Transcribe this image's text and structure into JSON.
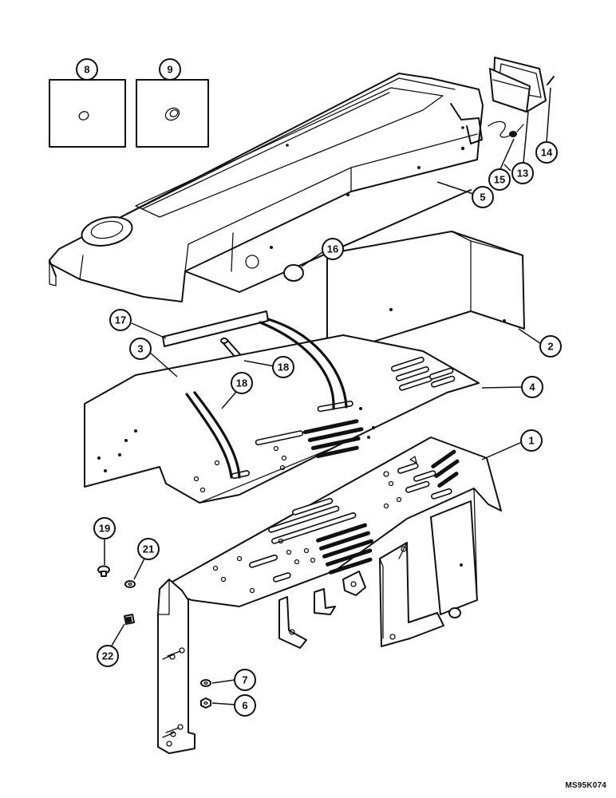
{
  "figure_id": "MS95K074",
  "callouts": [
    {
      "key": "c1",
      "label": "1"
    },
    {
      "key": "c2",
      "label": "2"
    },
    {
      "key": "c3",
      "label": "3"
    },
    {
      "key": "c4",
      "label": "4"
    },
    {
      "key": "c5",
      "label": "5"
    },
    {
      "key": "c6",
      "label": "6"
    },
    {
      "key": "c7",
      "label": "7"
    },
    {
      "key": "c8",
      "label": "8"
    },
    {
      "key": "c9",
      "label": "9"
    },
    {
      "key": "c13",
      "label": "13"
    },
    {
      "key": "c14",
      "label": "14"
    },
    {
      "key": "c15",
      "label": "15"
    },
    {
      "key": "c16",
      "label": "16"
    },
    {
      "key": "c17",
      "label": "17"
    },
    {
      "key": "c18a",
      "label": "18"
    },
    {
      "key": "c18b",
      "label": "18"
    },
    {
      "key": "c19",
      "label": "19"
    },
    {
      "key": "c21",
      "label": "21"
    },
    {
      "key": "c22",
      "label": "22"
    }
  ]
}
